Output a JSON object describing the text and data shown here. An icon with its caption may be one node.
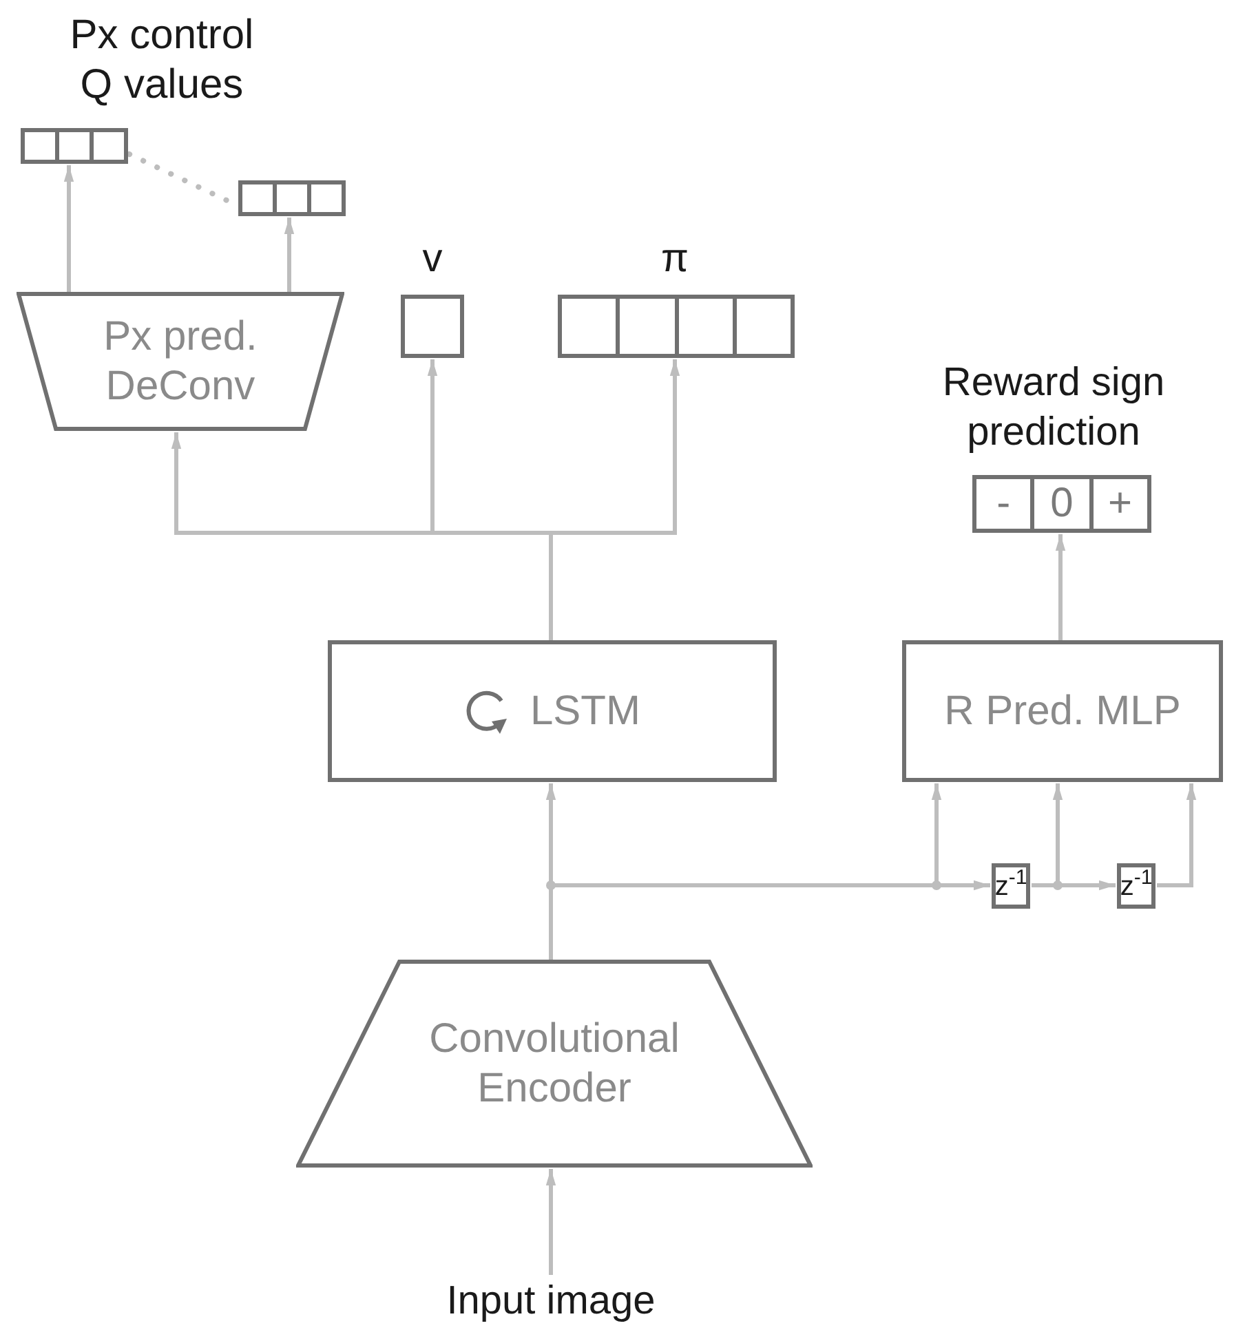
{
  "diagram": {
    "nodes": [
      {
        "text": [
          "Input image"
        ]
      },
      {
        "text": [
          "Convolutional Encoder"
        ]
      },
      {
        "text": [
          "LSTM"
        ]
      },
      {
        "text": [
          "Px pred. DeConv"
        ]
      },
      {
        "text": [],
        "shape": "box",
        "beside": [
          "v"
        ]
      },
      {
        "text": [],
        "shape": "box",
        "beside": [
          "π"
        ]
      },
      {
        "text": [],
        "shape": "box"
      },
      {
        "text": [],
        "shape": "box"
      },
      {
        "text": [
          "-",
          "0",
          "+"
        ],
        "beside": [
          "Reward sign prediction"
        ]
      },
      {
        "text": [
          "R Pred. MLP"
        ]
      },
      {
        "text": [
          "z$^{-1}$"
        ]
      },
      {
        "text": [
          "z$^{-1}$"
        ]
      }
    ],
    "edges": [
      {
        "from": 0,
        "to": 1,
        "arrow": "to"
      },
      {
        "from": 1,
        "to": 2,
        "arrow": "to"
      },
      {
        "from": 1,
        "to": 10,
        "arrow": "to"
      },
      {
        "from": 1,
        "to": 9,
        "arrow": "to"
      },
      {
        "from": 10,
        "to": 9,
        "arrow": "to"
      },
      {
        "from": 10,
        "to": 11,
        "arrow": "to"
      },
      {
        "from": 11,
        "to": 9,
        "arrow": "to"
      },
      {
        "from": 2,
        "to": 3,
        "arrow": "to"
      },
      {
        "from": 2,
        "to": 4,
        "arrow": "to"
      },
      {
        "from": 2,
        "to": 5,
        "arrow": "to"
      },
      {
        "from": 3,
        "to": 6,
        "arrow": "to"
      },
      {
        "from": 3,
        "to": 7,
        "arrow": "to"
      },
      {
        "from": 9,
        "to": 8,
        "arrow": "to"
      },
      {
        "from": 6,
        "to": 7,
        "arrow": "none",
        "style": "dashed"
      }
    ],
    "labels": [
      "Px control Q values"
    ]
  }
}
